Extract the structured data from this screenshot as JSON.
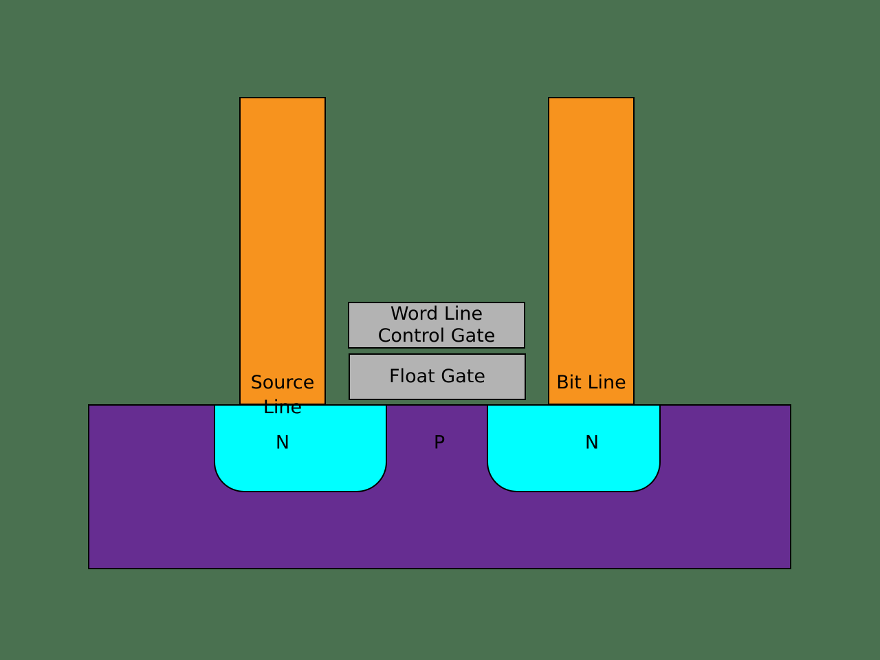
{
  "diagram": {
    "source_line": {
      "label": "Source Line"
    },
    "bit_line": {
      "label": "Bit Line"
    },
    "word_line_control_gate": {
      "line1": "Word Line",
      "line2": "Control Gate"
    },
    "float_gate": {
      "label": "Float Gate"
    },
    "n_region_left": {
      "label": "N"
    },
    "n_region_right": {
      "label": "N"
    },
    "substrate": {
      "label": "P"
    },
    "colors": {
      "background": "#4A7150",
      "metal_contact_orange": "#F7931E",
      "substrate_purple": "#662D91",
      "n_region_cyan": "#00FFFF",
      "gate_gray": "#B3B3B3",
      "outline": "#000000",
      "text": "#000000"
    }
  }
}
